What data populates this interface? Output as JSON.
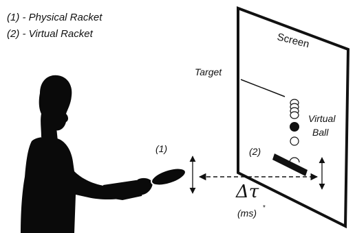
{
  "legend": {
    "line1": "(1) - Physical Racket",
    "line2": "(2) - Virtual Racket"
  },
  "labels": {
    "screen": "Screen",
    "target": "Target",
    "virtual_ball_line1": "Virtual",
    "virtual_ball_line2": "Ball",
    "physical_racket_marker": "(1)",
    "virtual_racket_marker": "(2)",
    "delay_symbol": "Δτ",
    "delay_unit": "(ms)",
    "delay_unit_mark": "*"
  }
}
